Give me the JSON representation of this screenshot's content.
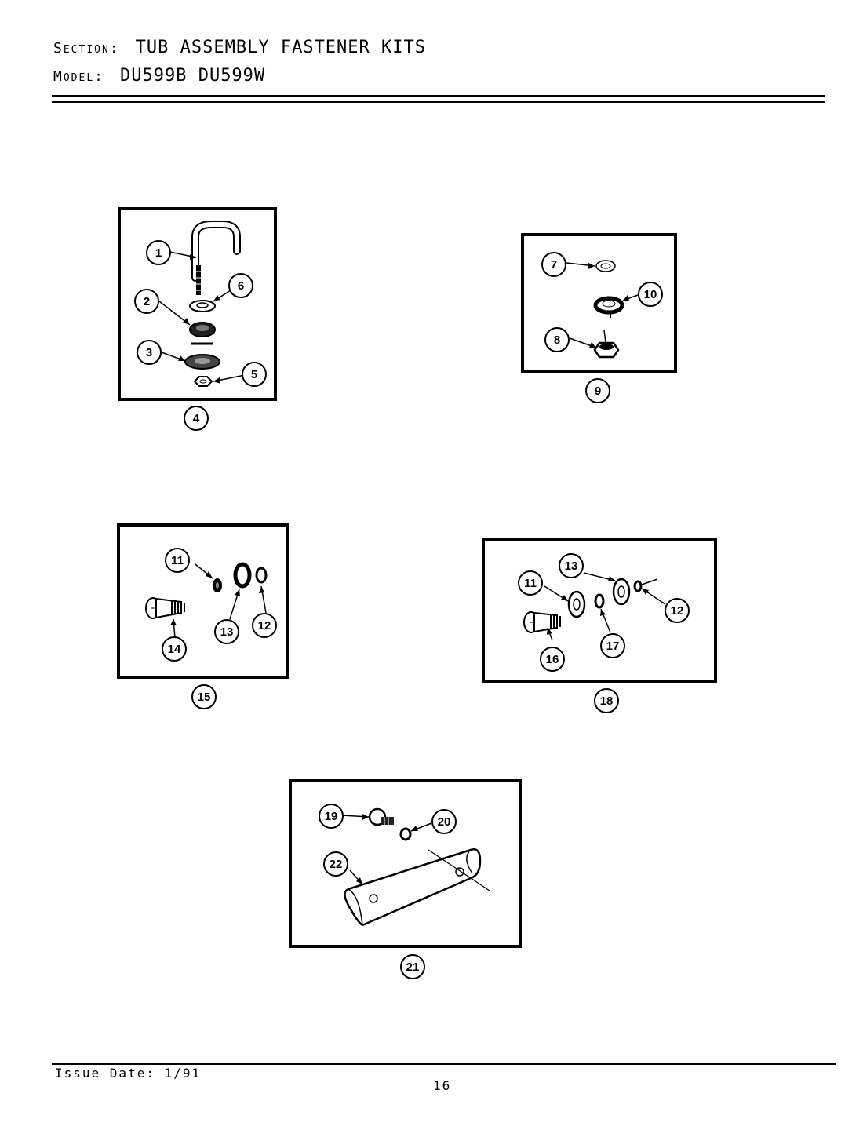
{
  "header": {
    "section_label": "Section:",
    "section_value": "TUB ASSEMBLY FASTENER KITS",
    "model_label": "Model:",
    "model_value": "DU599B  DU599W"
  },
  "kits": [
    {
      "kit_number": "4",
      "parts": [
        "1",
        "2",
        "3",
        "5",
        "6"
      ]
    },
    {
      "kit_number": "9",
      "parts": [
        "7",
        "8",
        "10"
      ]
    },
    {
      "kit_number": "15",
      "parts": [
        "11",
        "12",
        "13",
        "14"
      ]
    },
    {
      "kit_number": "18",
      "parts": [
        "11",
        "12",
        "13",
        "16",
        "17"
      ]
    },
    {
      "kit_number": "21",
      "parts": [
        "19",
        "20",
        "22"
      ]
    }
  ],
  "footer": {
    "issue_date": "Issue Date: 1/91",
    "page_number": "16"
  }
}
